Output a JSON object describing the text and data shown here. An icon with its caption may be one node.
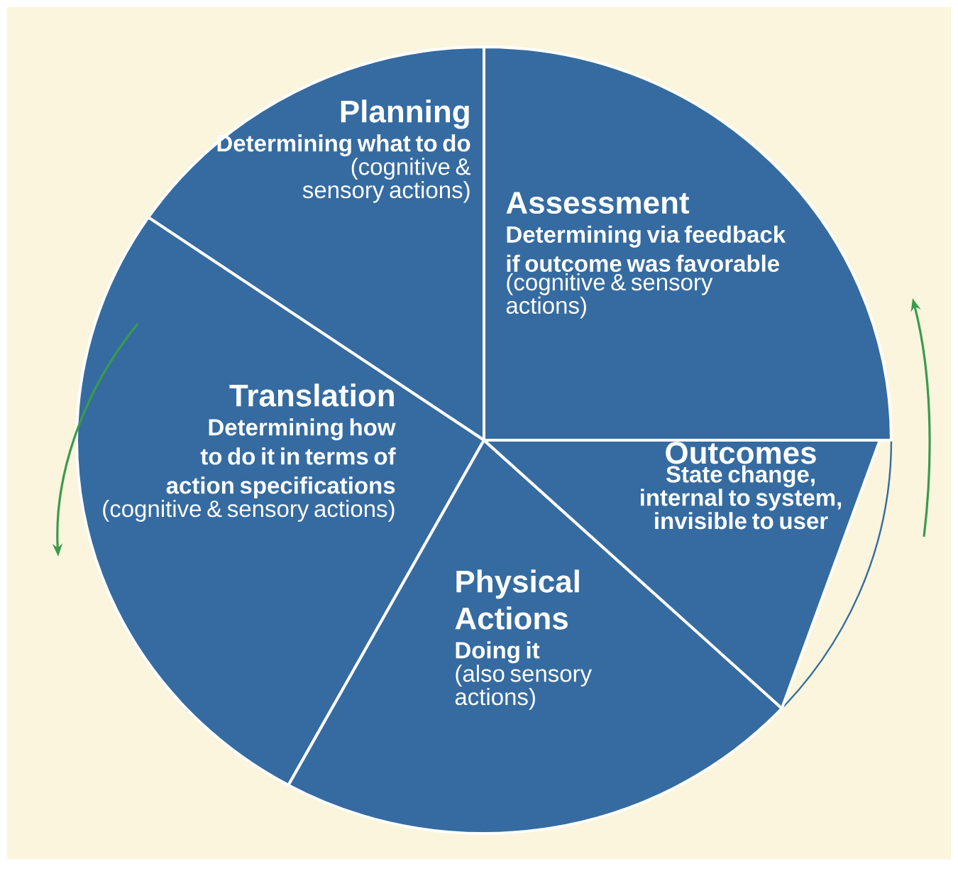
{
  "diagram": {
    "nodes": [
      {
        "text": [
          "Planning",
          "Determining what to do",
          "(cognitive & sensory actions)"
        ]
      },
      {
        "text": [
          "Assessment",
          "Determining via feedback if outcome was favorable",
          "(cognitive & sensory actions)"
        ]
      },
      {
        "text": [
          "Translation",
          "Determining how to do it in terms of action specifications",
          "(cognitive & sensory actions)"
        ]
      },
      {
        "text": [
          "Physical Actions",
          "Doing it",
          "(also sensory actions)"
        ]
      },
      {
        "text": [
          "Outcomes",
          "State change, internal to system, invisible to user"
        ]
      }
    ]
  }
}
